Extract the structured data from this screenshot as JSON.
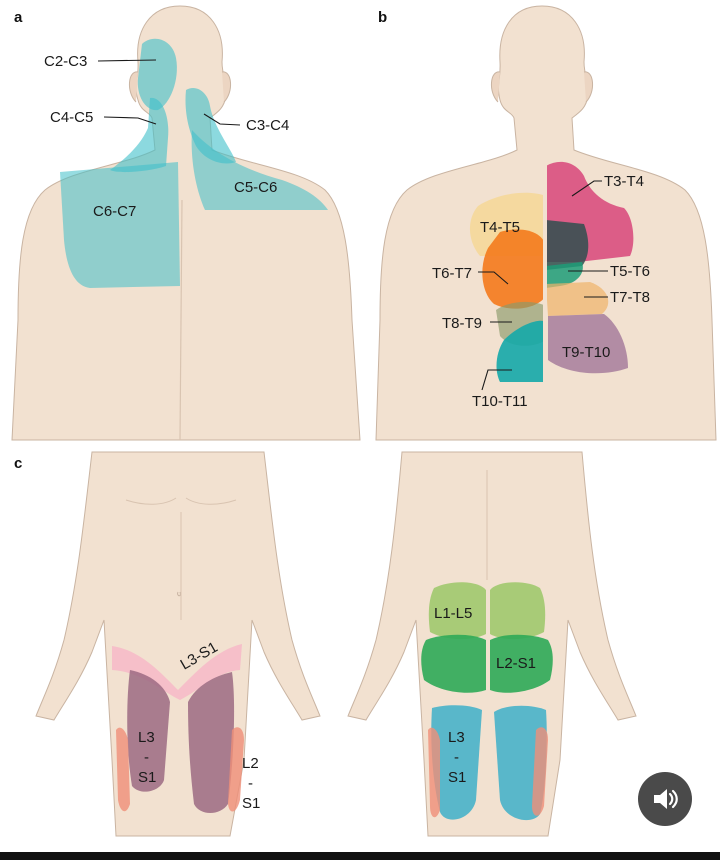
{
  "panels": {
    "a": "a",
    "b": "b",
    "c": "c"
  },
  "panel_a": {
    "c2_c3": "C2-C3",
    "c4_c5": "C4-C5",
    "c3_c4": "C3-C4",
    "c5_c6": "C5-C6",
    "c6_c7": "C6-C7"
  },
  "panel_b": {
    "t3_t4": "T3-T4",
    "t4_t5": "T4-T5",
    "t5_t6": "T5-T6",
    "t6_t7": "T6-T7",
    "t7_t8": "T7-T8",
    "t8_t9": "T8-T9",
    "t9_t10": "T9-T10",
    "t10_t11": "T10-T11"
  },
  "panel_c_front": {
    "l3_s1_top": "L3-S1",
    "l3_a": "L3",
    "dash_a": "-",
    "s1_a": "S1",
    "l2": "L2",
    "dash_b": "-",
    "s1_b": "S1"
  },
  "panel_c_back": {
    "l1_l5": "L1-L5",
    "l2_s1": "L2-S1",
    "l3": "L3",
    "dash": "-",
    "s1": "S1"
  },
  "colors": {
    "skin": "#f2e1d0",
    "skin_outline": "#c9b4a2",
    "cervical": "#3fbfc9",
    "t3_t4": "#d8457a",
    "t4_t5": "#f6d58a",
    "t6_t7": "#f47a1c",
    "t5_t6": "#1d9c78",
    "t9_t10": "#a77d9c",
    "t10_t11": "#14a9a9",
    "lumbar_light": "#8fc35a",
    "lumbar_dark": "#2eaa56",
    "thigh_blue": "#48b3c9",
    "thigh_mauve": "#9c6a82",
    "thigh_salmon": "#ef8f78",
    "groin_pink": "#f6b6c7"
  },
  "controls": {
    "sound_icon": "speaker-icon"
  }
}
